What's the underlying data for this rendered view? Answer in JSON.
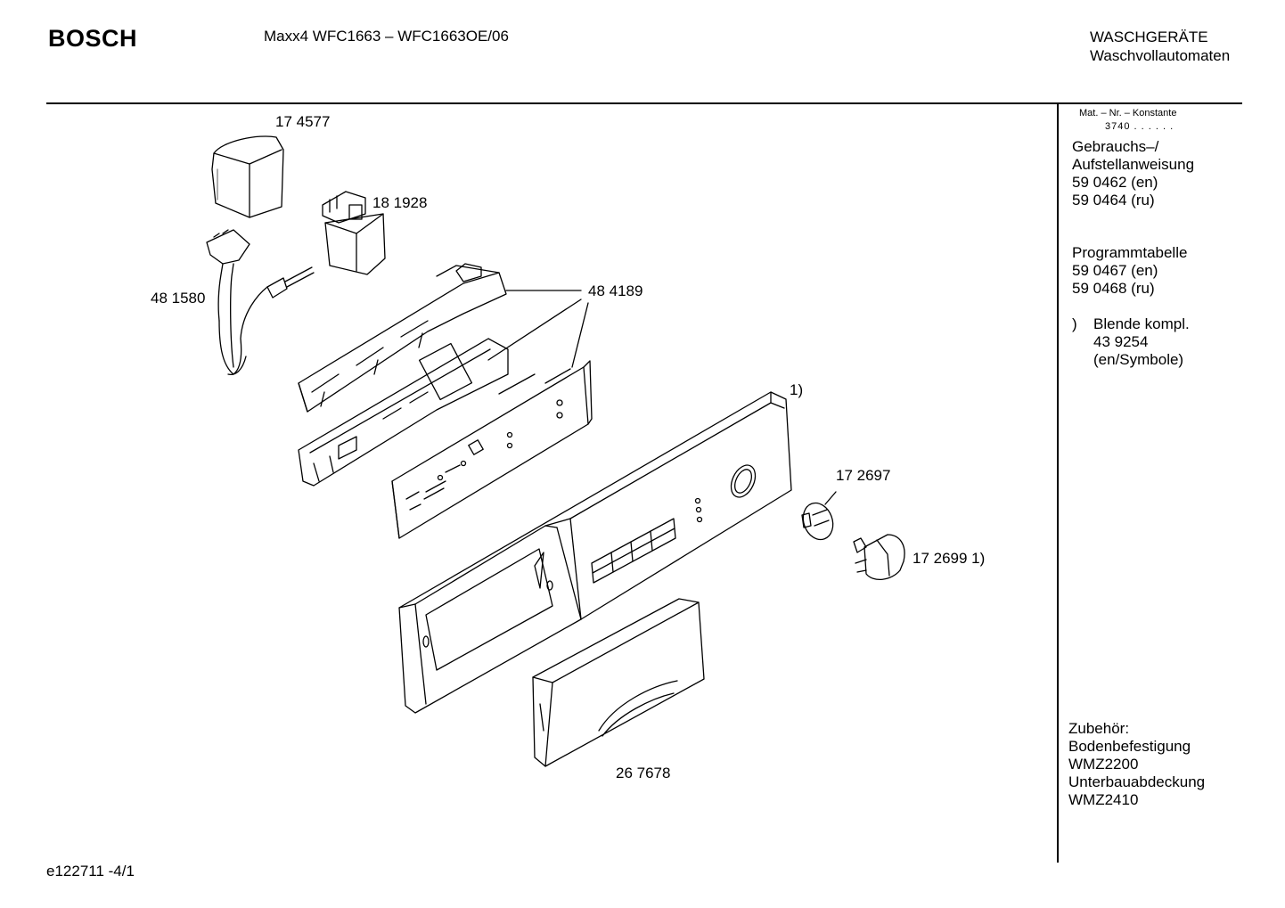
{
  "header": {
    "brand": "BOSCH",
    "model": "Maxx4 WFC1663 – WFC1663OE/06",
    "category_line1": "WASCHGERÄTE",
    "category_line2": "Waschvollautomaten"
  },
  "sidebar": {
    "mat_label": "Mat. – Nr. – Konstante",
    "mat_value": "3740 . . . . . .",
    "manual_title1": "Gebrauchs–/",
    "manual_title2": "Aufstellanweisung",
    "manual_en": "59 0462 (en)",
    "manual_ru": "59 0464 (ru)",
    "program_title": "Programmtabelle",
    "program_en": "59 0467 (en)",
    "program_ru": "59 0468 (ru)",
    "note_marker": ")",
    "note_line1": "Blende kompl.",
    "note_line2": "43 9254",
    "note_line3": "(en/Symbole)",
    "accessories_title": "Zubehör:",
    "acc1_name": "Bodenbefestigung",
    "acc1_code": "WMZ2200",
    "acc2_name": "Unterbauabdeckung",
    "acc2_code": "WMZ2410"
  },
  "parts": {
    "cap": "17 4577",
    "filter": "18 1928",
    "cable": "48 1580",
    "board": "48 4189",
    "panel_note": "1)",
    "knob_insert": "17 2697",
    "knob": "17 2699 1)",
    "drawer_handle": "26 7678"
  },
  "footer": {
    "doc_id": "e122711 -4/1"
  }
}
